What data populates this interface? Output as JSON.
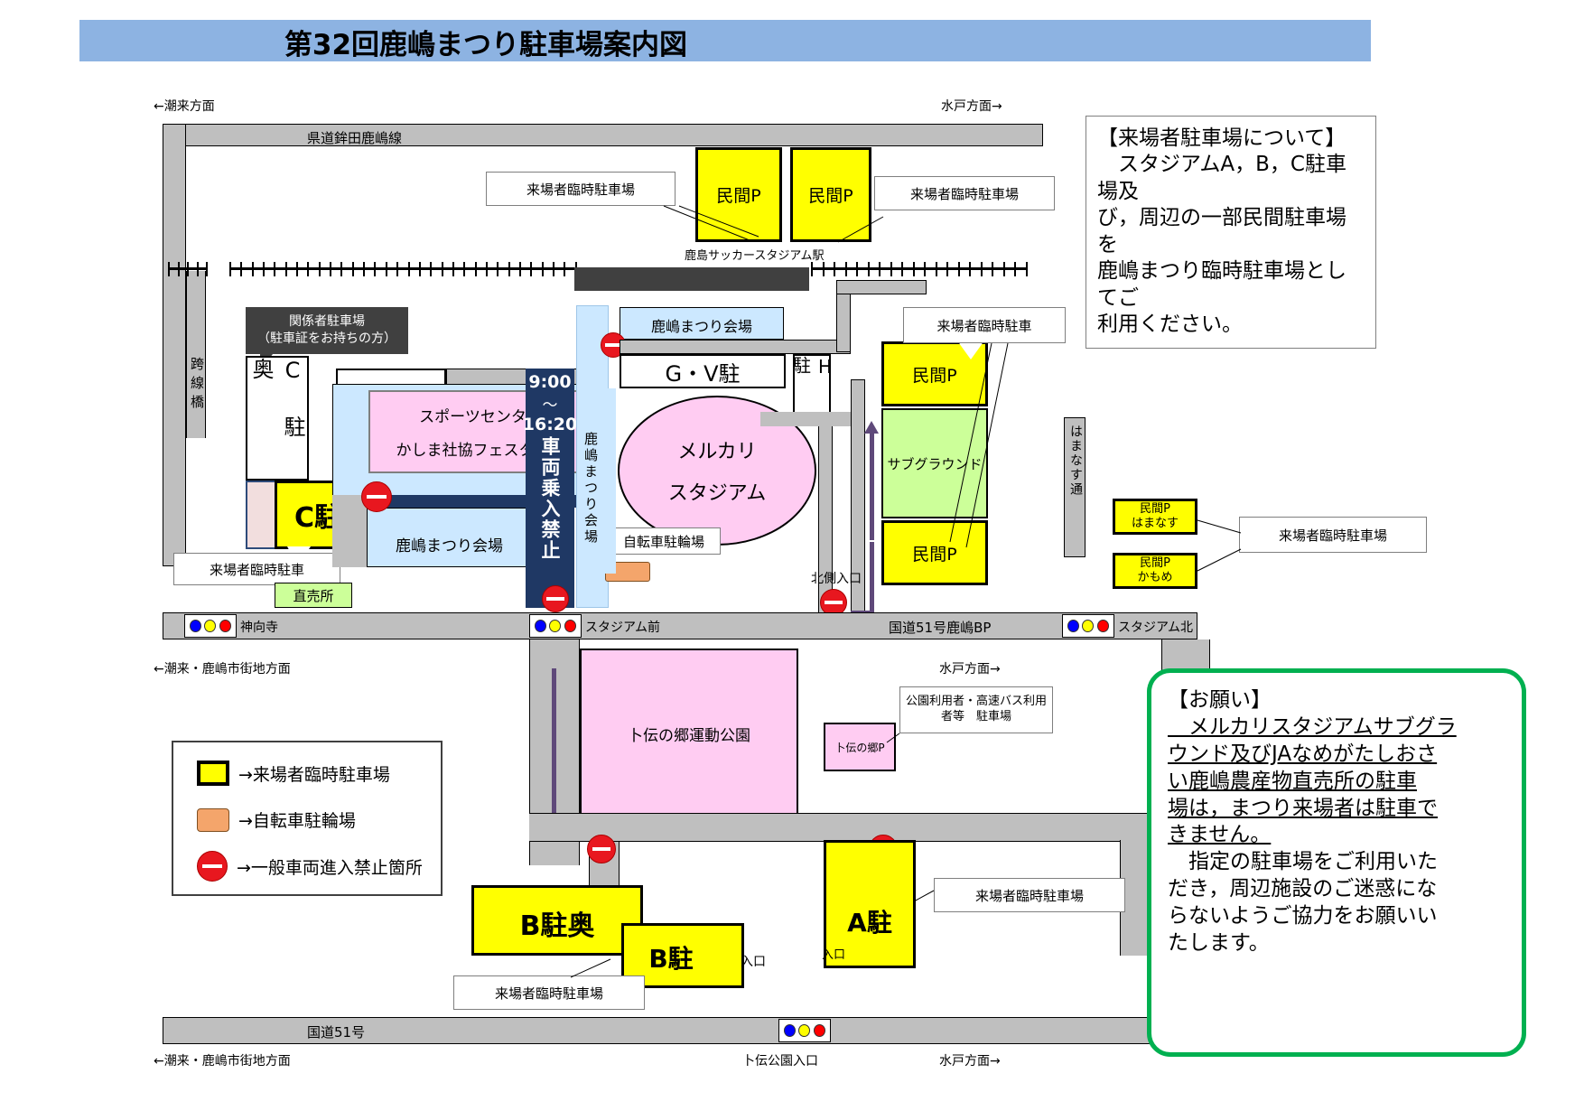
{
  "title": "第32回鹿嶋まつり駐車場案内図",
  "info_box": {
    "heading": "【来場者駐車場について】",
    "lines": [
      "　スタジアムA，B，C駐車場及",
      "び，周辺の一部民間駐車場を",
      "鹿嶋まつり臨時駐車場としてご",
      "利用ください。"
    ]
  },
  "request_box": {
    "heading": "【お願い】",
    "underlined_lines": [
      "　メルカリスタジアムサブグラ",
      "ウンド及びJAなめがたしおさ",
      "い鹿嶋農産物直売所の駐車",
      "場は，まつり来場者は駐車で",
      "きません。"
    ],
    "plain_lines": [
      "　指定の駐車場をご利用いた",
      "だき，周辺施設のご迷惑にな",
      "らないようご協力をお願いい",
      "たします。"
    ]
  },
  "legend": {
    "items": [
      {
        "swatch": "yellow-square",
        "label": "→来場者臨時駐車場"
      },
      {
        "swatch": "orange-square",
        "label": "→自転車駐輪場"
      },
      {
        "swatch": "no-entry-sign",
        "label": "→一般車両進入禁止箇所"
      }
    ]
  },
  "direction_labels": {
    "top_left": "←潮来方面",
    "top_right": "水戸方面→",
    "mid_left": "←潮来・鹿嶋市街地方面",
    "mid_right": "水戸方面→",
    "bottom_left": "←潮来・鹿嶋市街地方面",
    "bottom_right": "水戸方面→"
  },
  "roads": {
    "kendo": "県道鉾田鹿嶋線",
    "kokudo51bp": "国道51号鹿嶋BP",
    "kokudo51": "国道51号",
    "hamanasu": "はまなす通",
    "kosenkyo": "跨線橋"
  },
  "signals": [
    {
      "name": "神向寺"
    },
    {
      "name": "スタジアム前"
    },
    {
      "name": "スタジアム北"
    },
    {
      "name": "卜伝公園入口"
    }
  ],
  "station": "鹿島サッカースタジアム駅",
  "callouts": {
    "top_left_temp": "来場者臨時駐車場",
    "top_right_temp": "来場者臨時駐車場",
    "right_temp": "来場者臨時駐車",
    "hamanasu_temp": "来場者臨時駐車場",
    "left_temp": "来場者臨時駐車",
    "bicycle": "自転車駐輪場",
    "park_user": "公園利用者・高速バス利用者等　駐車場",
    "b_temp": "来場者臨時駐車場",
    "a_temp": "来場者臨時駐車場"
  },
  "staff_box": {
    "line1": "関係者駐車場",
    "line2": "（駐車証をお持ちの方）"
  },
  "map_areas": {
    "c_oku": "C\n駐\n奥",
    "c_lot": "C駐",
    "chokubaijo": "直売所",
    "sports_center": "スポーツセンター",
    "festa": "かしま社協フェスタ会場",
    "matsuri_kaijo_1": "鹿嶋まつり会場",
    "matsuri_kaijo_2": "鹿嶋まつり会場",
    "matsuri_kaijo_v": "鹿嶋まつり会場",
    "no_entry_banner": {
      "time_from": "9:00",
      "tilde": "〜",
      "time_to": "16:20",
      "vertical": "車両乗入禁止"
    },
    "gv_lot": "G・V駐",
    "h_lot": "H\n駐",
    "stadium_l1": "メルカリ",
    "stadium_l2": "スタジアム",
    "subground": "サブグラウンド",
    "north_entrance": "北側入口",
    "minkan_p": "民間P",
    "minkan_hamanasu_l1": "民間P",
    "minkan_hamanasu_l2": "はまなす",
    "minkan_kamome_l1": "民間P",
    "minkan_kamome_l2": "かもめ",
    "bokuden_park": "卜伝の郷運動公園",
    "bokuden_p": "卜伝の郷P",
    "b_oku": "B駐奥",
    "b_lot": "B駐",
    "a_lot": "A駐",
    "entrance_b": "入口",
    "entrance_a": "入口"
  },
  "colors": {
    "banner": "#8db3e2",
    "parking_yellow": "#ffff00",
    "road_gray": "#bfbfbf",
    "stadium_pink": "#ffccf2",
    "subground_green": "#ccff99",
    "bicycle_orange": "#f4a56b",
    "no_entry_navy": "#1f3864",
    "green_border": "#00b050",
    "venue_blue": "#cce8ff"
  }
}
